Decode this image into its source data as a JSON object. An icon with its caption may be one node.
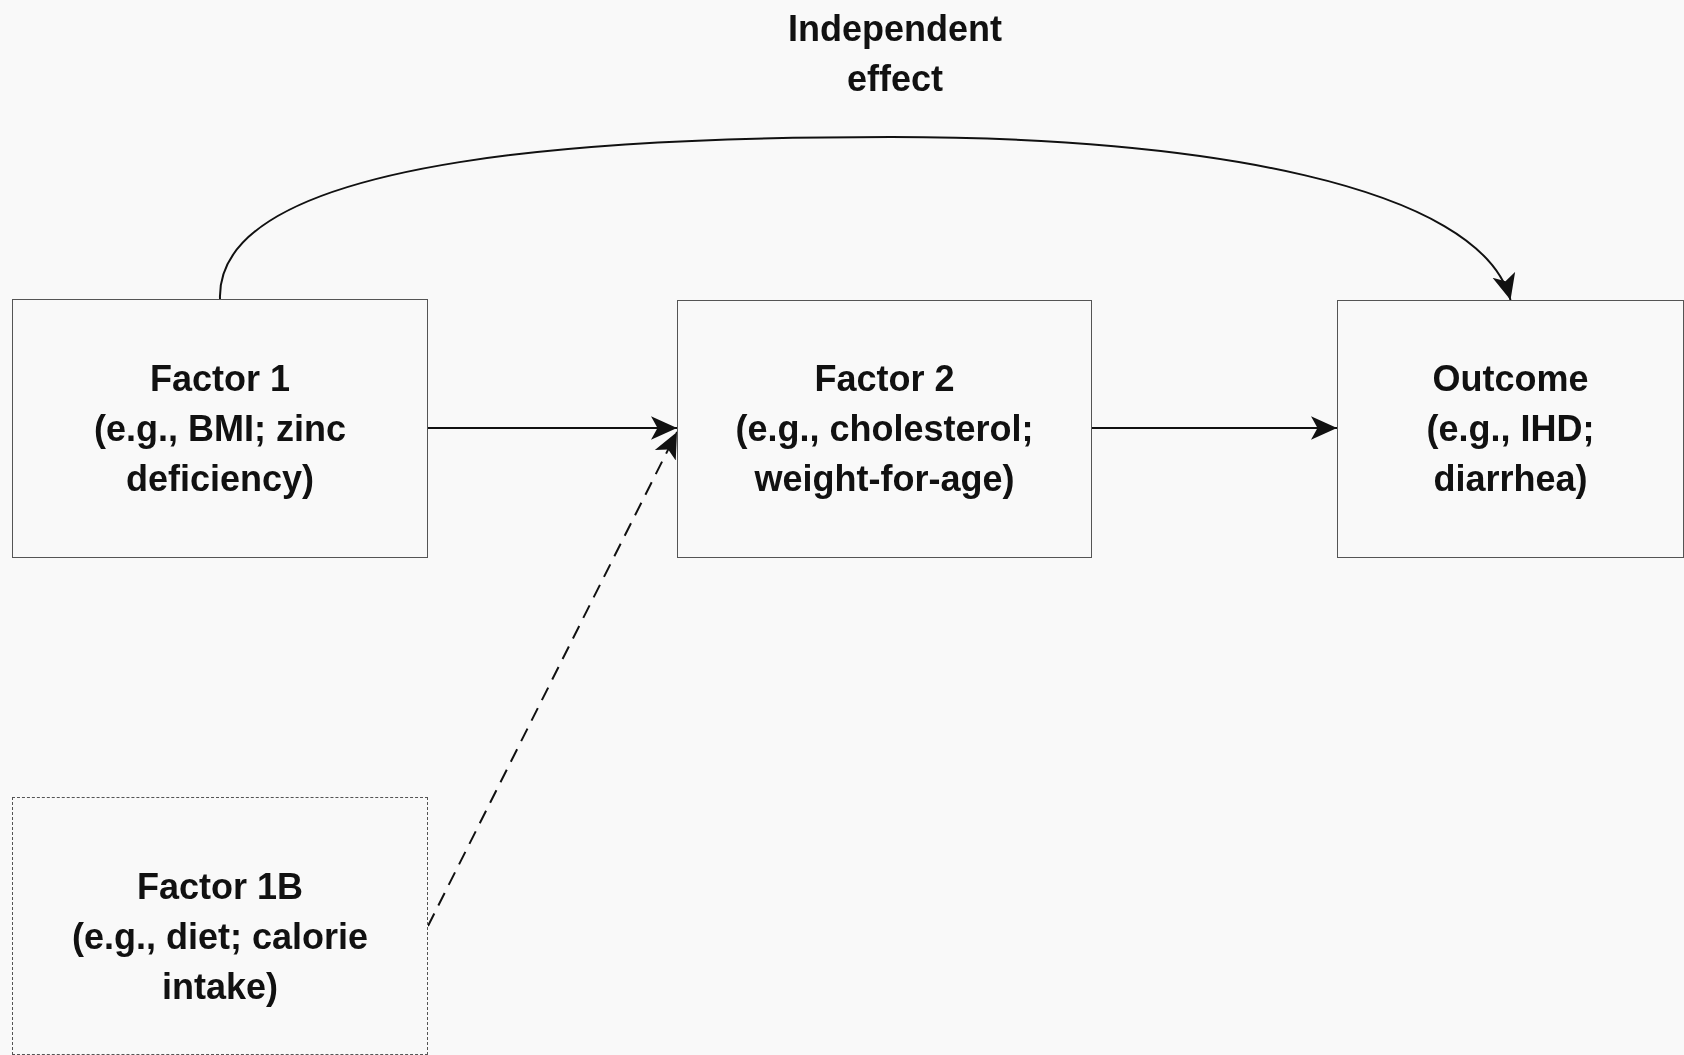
{
  "diagram": {
    "nodes": [
      {
        "text": [
          "Factor 1",
          "(e.g., BMI; zinc deficiency)"
        ]
      },
      {
        "text": [
          "Factor 2",
          "(e.g., cholesterol; weight-for-age)"
        ]
      },
      {
        "text": [
          "Outcome",
          "(e.g., IHD; diarrhea)"
        ]
      },
      {
        "text": [
          "Factor 1B",
          "(e.g., diet; calorie intake)"
        ]
      }
    ],
    "edges": [
      {
        "from": 0,
        "to": 1,
        "arrow": "to"
      },
      {
        "from": 1,
        "to": 2,
        "arrow": "to"
      },
      {
        "from": 3,
        "to": 1,
        "arrow": "to",
        "style": "dashed"
      },
      {
        "from": 0,
        "to": 2,
        "arrow": "to",
        "label": "Independent effect"
      }
    ]
  }
}
